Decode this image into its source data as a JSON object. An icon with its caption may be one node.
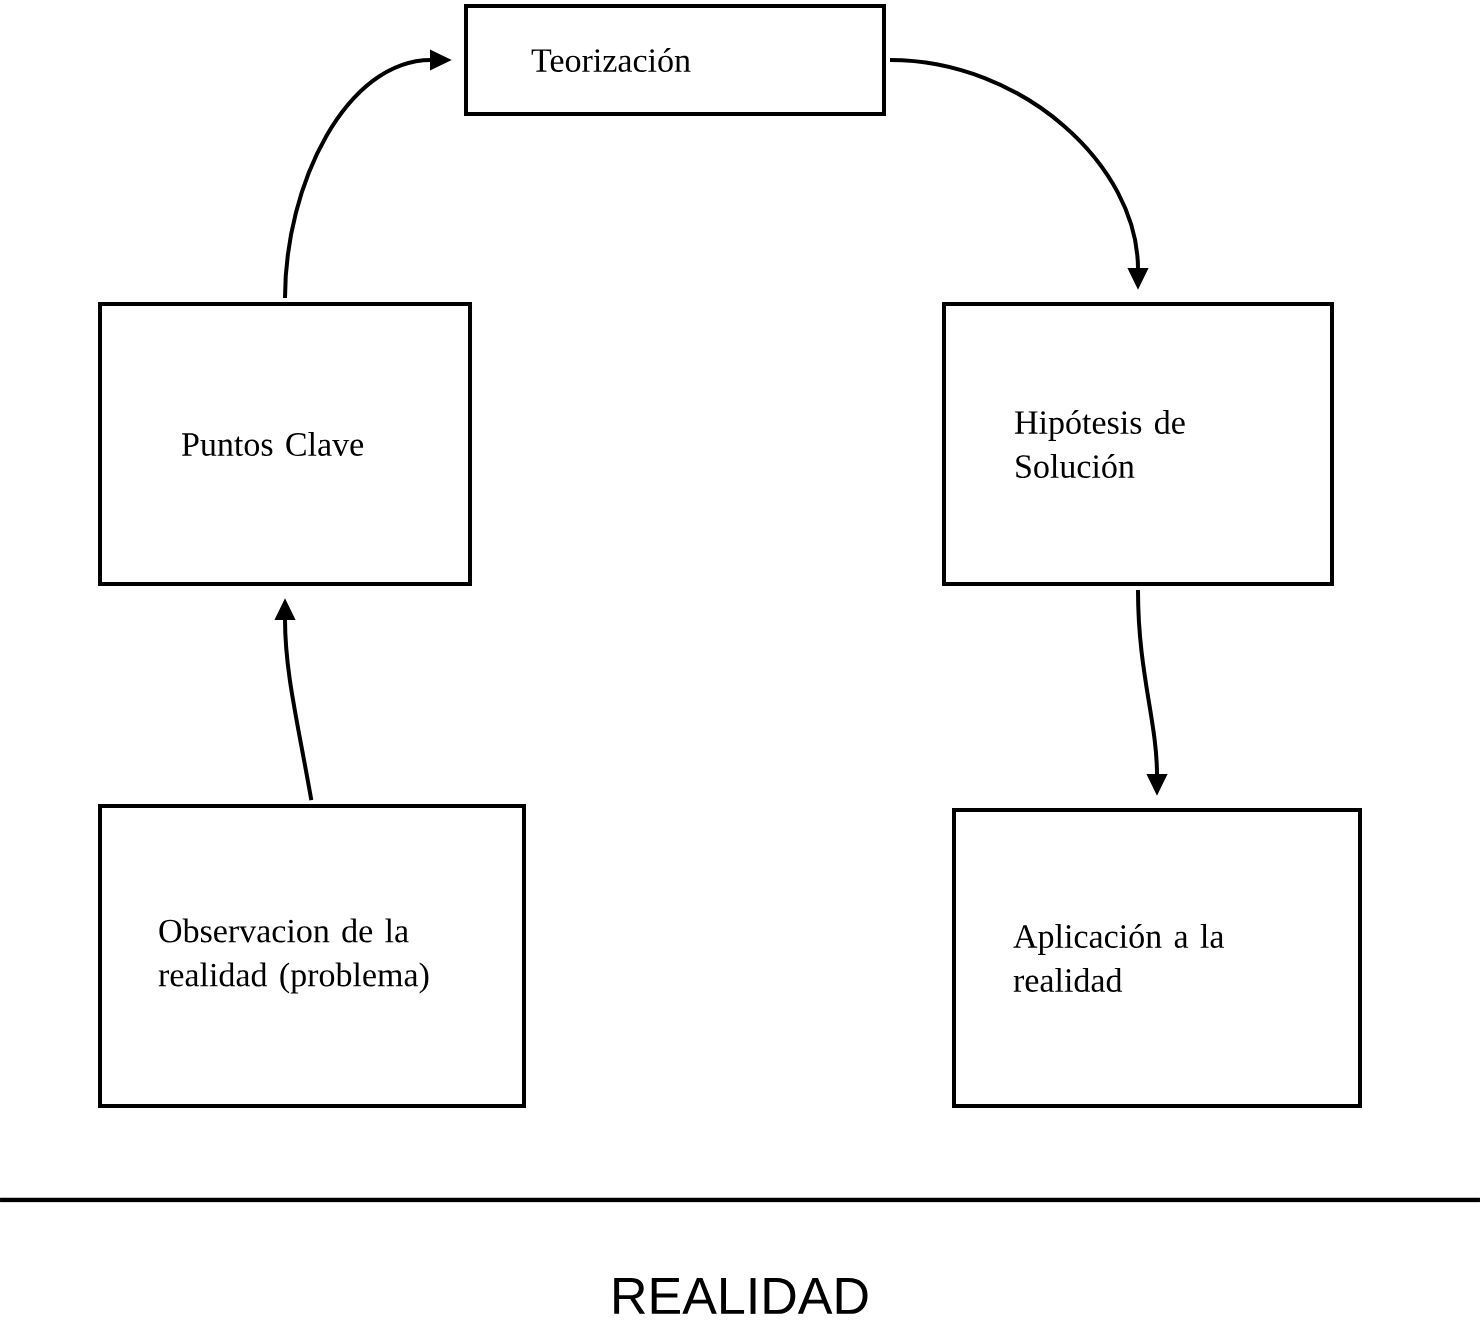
{
  "diagram": {
    "nodes": [
      {
        "text": [
          "Teorización"
        ]
      },
      {
        "text": [
          "Puntos Clave"
        ]
      },
      {
        "text": [
          "Hipótesis de Solución"
        ]
      },
      {
        "text": [
          "Aplicación a la realidad"
        ]
      },
      {
        "text": [
          "Observacion de la realidad (problema)"
        ]
      }
    ],
    "edges": [
      {
        "from": 4,
        "to": 1,
        "arrow": "to"
      },
      {
        "from": 1,
        "to": 0,
        "arrow": "to"
      },
      {
        "from": 0,
        "to": 2,
        "arrow": "to"
      },
      {
        "from": 2,
        "to": 3,
        "arrow": "to"
      }
    ],
    "labels": [
      "REALIDAD"
    ]
  }
}
